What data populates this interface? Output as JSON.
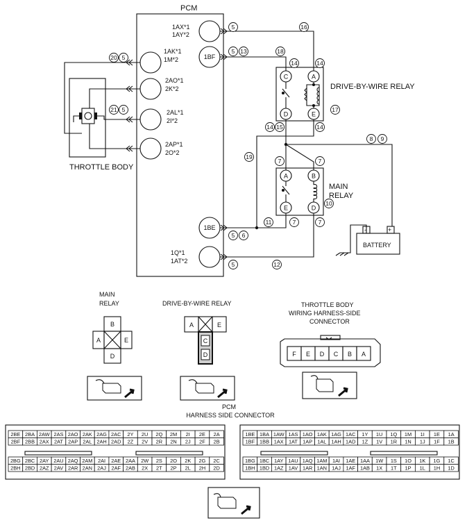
{
  "labels": {
    "pcm": "PCM",
    "dbw_relay": "DRIVE-BY-WIRE RELAY",
    "throttle_body": "THROTTLE BODY",
    "main_relay_l1": "MAIN",
    "main_relay_l2": "RELAY",
    "battery": "BATTERY",
    "bat_minus": "-",
    "bat_plus": "+",
    "conn_main_relay_l1": "MAIN",
    "conn_main_relay_l2": "RELAY",
    "conn_dbw_relay": "DRIVE-BY-WIRE RELAY",
    "conn_tb_l1": "THROTTLE BODY",
    "conn_tb_l2": "WIRING HARNESS-SIDE",
    "conn_tb_l3": "CONNECTOR",
    "pcm_conn_l1": "PCM",
    "pcm_conn_l2": "HARNESS SIDE CONNECTOR"
  },
  "pcm_terminals": {
    "t1ax": "1AX*1",
    "t1ay": "1AY*2",
    "t1bf": "1BF",
    "t1ak": "1AK*1",
    "t1m": "1M*2",
    "t2ao": "2AO*1",
    "t2k": "2K*2",
    "t2al": "2AL*1",
    "t2i": "2I*2",
    "t2ap": "2AP*1",
    "t2o": "2O*2",
    "t1be": "1BE",
    "t1q": "1Q*1",
    "t1at": "1AT*2"
  },
  "relay_pins": {
    "dbw": {
      "c": "C",
      "a": "A",
      "d": "D",
      "e": "E"
    },
    "main": {
      "a": "A",
      "b": "B",
      "e": "E",
      "d": "D"
    }
  },
  "circled": {
    "n5": "5",
    "n6": "6",
    "n7": "7",
    "n8": "8",
    "n9": "9",
    "n10": "10",
    "n11": "11",
    "n12": "12",
    "n13": "13",
    "n14": "14",
    "n15": "15",
    "n16": "16",
    "n17": "17",
    "n18": "18",
    "n19": "19",
    "n20": "20",
    "n21": "21"
  },
  "connector_face": {
    "main": {
      "b": "B",
      "a": "A",
      "e": "E",
      "d": "D"
    },
    "dbw": {
      "a": "A",
      "e": "E",
      "c": "C",
      "d": "D"
    },
    "tb": [
      "F",
      "E",
      "D",
      "C",
      "B",
      "A"
    ]
  },
  "pcm_connector": {
    "left_top": [
      [
        "2BE",
        "2BA",
        "2AW",
        "2AS",
        "2AO",
        "2AK",
        "2AG",
        "2AC",
        "2Y",
        "2U",
        "2Q",
        "2M",
        "2I",
        "2E",
        "2A"
      ],
      [
        "2BF",
        "2BB",
        "2AX",
        "2AT",
        "2AP",
        "2AL",
        "2AH",
        "2AD",
        "2Z",
        "2V",
        "2R",
        "2N",
        "2J",
        "2F",
        "2B"
      ]
    ],
    "left_bottom": [
      [
        "2BG",
        "2BC",
        "2AY",
        "2AU",
        "2AQ",
        "2AM",
        "2AI",
        "2AE",
        "2AA",
        "2W",
        "2S",
        "2O",
        "2K",
        "2G",
        "2C"
      ],
      [
        "2BH",
        "2BD",
        "2AZ",
        "2AV",
        "2AR",
        "2AN",
        "2AJ",
        "2AF",
        "2AB",
        "2X",
        "2T",
        "2P",
        "2L",
        "2H",
        "2D"
      ]
    ],
    "right_top": [
      [
        "1BE",
        "1BA",
        "1AW",
        "1AS",
        "1AO",
        "1AK",
        "1AG",
        "1AC",
        "1Y",
        "1U",
        "1Q",
        "1M",
        "1I",
        "1E",
        "1A"
      ],
      [
        "1BF",
        "1BB",
        "1AX",
        "1AT",
        "1AP",
        "1AL",
        "1AH",
        "1AD",
        "1Z",
        "1V",
        "1R",
        "1N",
        "1J",
        "1F",
        "1B"
      ]
    ],
    "right_bottom": [
      [
        "1BG",
        "1BC",
        "1AY",
        "1AU",
        "1AQ",
        "1AM",
        "1AI",
        "1AE",
        "1AA",
        "1W",
        "1S",
        "1O",
        "1K",
        "1G",
        "1C"
      ],
      [
        "1BH",
        "1BD",
        "1AZ",
        "1AV",
        "1AR",
        "1AN",
        "1AJ",
        "1AF",
        "1AB",
        "1X",
        "1T",
        "1P",
        "1L",
        "1H",
        "1D"
      ]
    ]
  }
}
